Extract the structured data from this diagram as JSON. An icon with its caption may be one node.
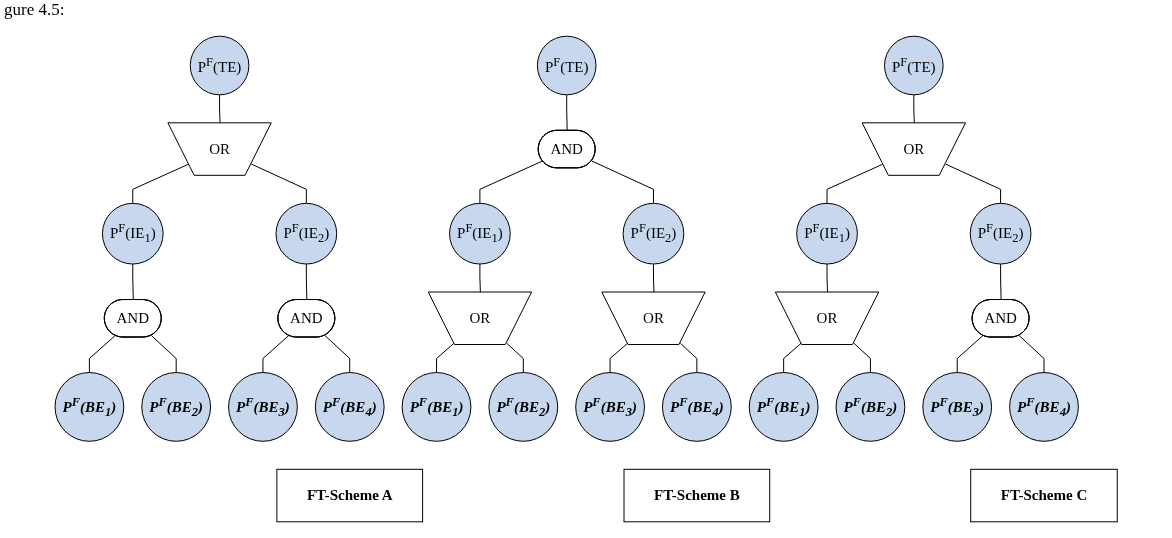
{
  "diagram": {
    "nodes": [
      {
        "text": [
          "P$^{F}$(TE)"
        ]
      },
      {
        "text": [
          "OR"
        ]
      },
      {
        "text": [
          "P$^{F}$(IE$_{1}$)"
        ]
      },
      {
        "text": [
          "P$^{F}$(IE$_{2}$)"
        ]
      },
      {
        "text": [
          "AND"
        ]
      },
      {
        "text": [
          "AND"
        ]
      },
      {
        "text": [
          "P$^{F}$(BE$_{1}$)"
        ]
      },
      {
        "text": [
          "P$^{F}$(BE$_{2}$)"
        ]
      },
      {
        "text": [
          "P$^{F}$(BE$_{3}$)"
        ]
      },
      {
        "text": [
          "P$^{F}$(BE$_{4}$)"
        ]
      },
      {
        "text": [
          "FT-Scheme A"
        ]
      },
      {
        "text": [
          "P$^{F}$(TE)"
        ]
      },
      {
        "text": [
          "AND"
        ]
      },
      {
        "text": [
          "P$^{F}$(IE$_{1}$)"
        ]
      },
      {
        "text": [
          "P$^{F}$(IE$_{2}$)"
        ]
      },
      {
        "text": [
          "OR"
        ]
      },
      {
        "text": [
          "OR"
        ]
      },
      {
        "text": [
          "P$^{F}$(BE$_{1}$)"
        ]
      },
      {
        "text": [
          "P$^{F}$(BE$_{2}$)"
        ]
      },
      {
        "text": [
          "P$^{F}$(BE$_{3}$)"
        ]
      },
      {
        "text": [
          "P$^{F}$(BE$_{4}$)"
        ]
      },
      {
        "text": [
          "FT-Scheme B"
        ]
      },
      {
        "text": [
          "P$^{F}$(TE)"
        ]
      },
      {
        "text": [
          "OR"
        ]
      },
      {
        "text": [
          "P$^{F}$(IE$_{1}$)"
        ]
      },
      {
        "text": [
          "P$^{F}$(IE$_{2}$)"
        ]
      },
      {
        "text": [
          "OR"
        ]
      },
      {
        "text": [
          "AND"
        ]
      },
      {
        "text": [
          "P$^{F}$(BE$_{1}$)"
        ]
      },
      {
        "text": [
          "P$^{F}$(BE$_{2}$)"
        ]
      },
      {
        "text": [
          "P$^{F}$(BE$_{3}$)"
        ]
      },
      {
        "text": [
          "P$^{F}$(BE$_{4}$)"
        ]
      },
      {
        "text": [
          "FT-Scheme C"
        ]
      }
    ],
    "edges": [
      {
        "from": 0,
        "to": 1,
        "arrow": "none"
      },
      {
        "from": 1,
        "to": 2,
        "arrow": "none"
      },
      {
        "from": 1,
        "to": 3,
        "arrow": "none"
      },
      {
        "from": 2,
        "to": 4,
        "arrow": "none"
      },
      {
        "from": 3,
        "to": 5,
        "arrow": "none"
      },
      {
        "from": 4,
        "to": 6,
        "arrow": "none"
      },
      {
        "from": 4,
        "to": 7,
        "arrow": "none"
      },
      {
        "from": 5,
        "to": 8,
        "arrow": "none"
      },
      {
        "from": 5,
        "to": 9,
        "arrow": "none"
      },
      {
        "from": 11,
        "to": 12,
        "arrow": "none"
      },
      {
        "from": 12,
        "to": 13,
        "arrow": "none"
      },
      {
        "from": 12,
        "to": 14,
        "arrow": "none"
      },
      {
        "from": 13,
        "to": 15,
        "arrow": "none"
      },
      {
        "from": 14,
        "to": 16,
        "arrow": "none"
      },
      {
        "from": 15,
        "to": 17,
        "arrow": "none"
      },
      {
        "from": 15,
        "to": 18,
        "arrow": "none"
      },
      {
        "from": 16,
        "to": 19,
        "arrow": "none"
      },
      {
        "from": 16,
        "to": 20,
        "arrow": "none"
      },
      {
        "from": 22,
        "to": 23,
        "arrow": "none"
      },
      {
        "from": 23,
        "to": 24,
        "arrow": "none"
      },
      {
        "from": 23,
        "to": 25,
        "arrow": "none"
      },
      {
        "from": 24,
        "to": 26,
        "arrow": "none"
      },
      {
        "from": 25,
        "to": 27,
        "arrow": "none"
      },
      {
        "from": 26,
        "to": 28,
        "arrow": "none"
      },
      {
        "from": 26,
        "to": 29,
        "arrow": "none"
      },
      {
        "from": 27,
        "to": 30,
        "arrow": "none"
      },
      {
        "from": 27,
        "to": 31,
        "arrow": "none"
      }
    ],
    "labels": [
      "gure 4.5:"
    ]
  }
}
